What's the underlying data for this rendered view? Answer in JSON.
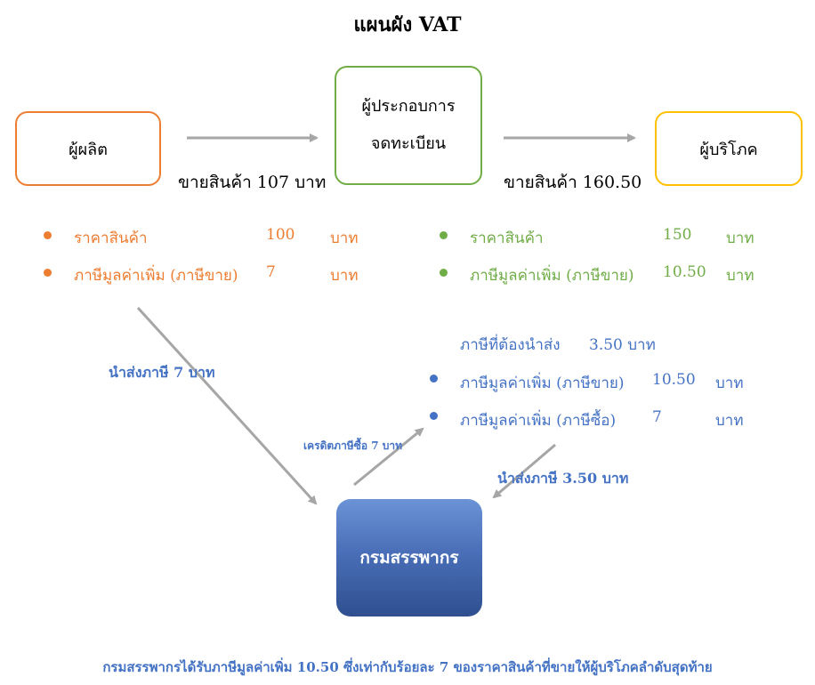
{
  "title": "แผนผัง VAT",
  "nodes": {
    "producer": "ผู้ผลิต",
    "registered_line1": "ผู้ประกอบการ",
    "registered_line2": "จดทะเบียน",
    "consumer": "ผู้บริโภค",
    "revenue_dept": "กรมสรรพากร"
  },
  "sale_labels": {
    "to_registered": "ขายสินค้า 107 บาท",
    "to_consumer": "ขายสินค้า 160.50"
  },
  "producer_items": [
    {
      "label": "ราคาสินค้า",
      "value": "100",
      "unit": "บาท"
    },
    {
      "label": "ภาษีมูลค่าเพิ่ม (ภาษีขาย)",
      "value": "7",
      "unit": "บาท"
    }
  ],
  "registered_items": [
    {
      "label": "ราคาสินค้า",
      "value": "150",
      "unit": "บาท"
    },
    {
      "label": "ภาษีมูลค่าเพิ่ม (ภาษีขาย)",
      "value": "10.50",
      "unit": "บาท"
    }
  ],
  "tax_due": {
    "heading": "ภาษีที่ต้องนำส่ง",
    "amount": "3.50 บาท",
    "items": [
      {
        "label": "ภาษีมูลค่าเพิ่ม (ภาษีขาย)",
        "value": "10.50",
        "unit": "บาท"
      },
      {
        "label": "ภาษีมูลค่าเพิ่ม (ภาษีซื้อ)",
        "value": "7",
        "unit": "บาท"
      }
    ]
  },
  "flow_labels": {
    "producer_remit": "นำส่งภาษี 7 บาท",
    "purchase_credit": "เครดิตภาษีซื้อ 7 บาท",
    "registered_remit": "นำส่งภาษี 3.50 บาท"
  },
  "footer": "กรมสรรพากรได้รับภาษีมูลค่าเพิ่ม 10.50 ซึ่งเท่ากับร้อยละ 7 ของราคาสินค้าที่ขายให้ผู้บริโภคลำดับสุดท้าย",
  "colors": {
    "producer": "#ED7D31",
    "registered": "#70AD47",
    "consumer": "#FFC000",
    "revenue_dept": "#4A6FB8",
    "arrow": "#A6A6A6",
    "blue_text": "#4472C4"
  }
}
